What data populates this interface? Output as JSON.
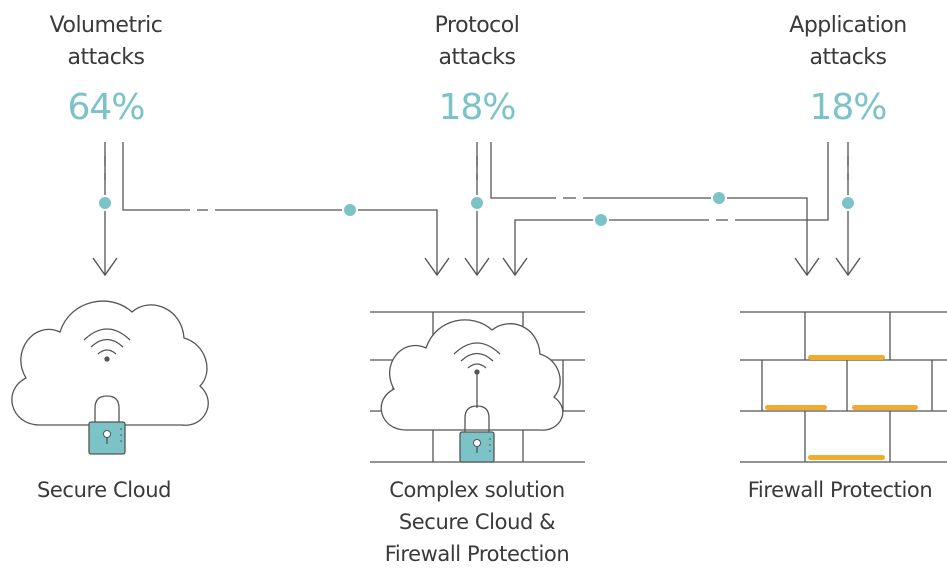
{
  "attacks": [
    {
      "label_line1": "Volumetric",
      "label_line2": "attacks",
      "percent": "64%"
    },
    {
      "label_line1": "Protocol",
      "label_line2": "attacks",
      "percent": "18%"
    },
    {
      "label_line1": "Application",
      "label_line2": "attacks",
      "percent": "18%"
    }
  ],
  "solutions": [
    {
      "lines": [
        "Secure Cloud"
      ]
    },
    {
      "lines": [
        "Complex solution",
        "Secure Cloud &",
        "Firewall Protection"
      ]
    },
    {
      "lines": [
        "Firewall Protection"
      ]
    }
  ],
  "colors": {
    "text": "#3a3a3a",
    "accent_teal": "#7cc3c8",
    "line": "#555555",
    "highlight_orange": "#f0ac2c"
  },
  "icons": [
    "cloud-icon",
    "wifi-icon",
    "padlock-icon",
    "brick-wall-icon",
    "arrow-down-icon"
  ]
}
